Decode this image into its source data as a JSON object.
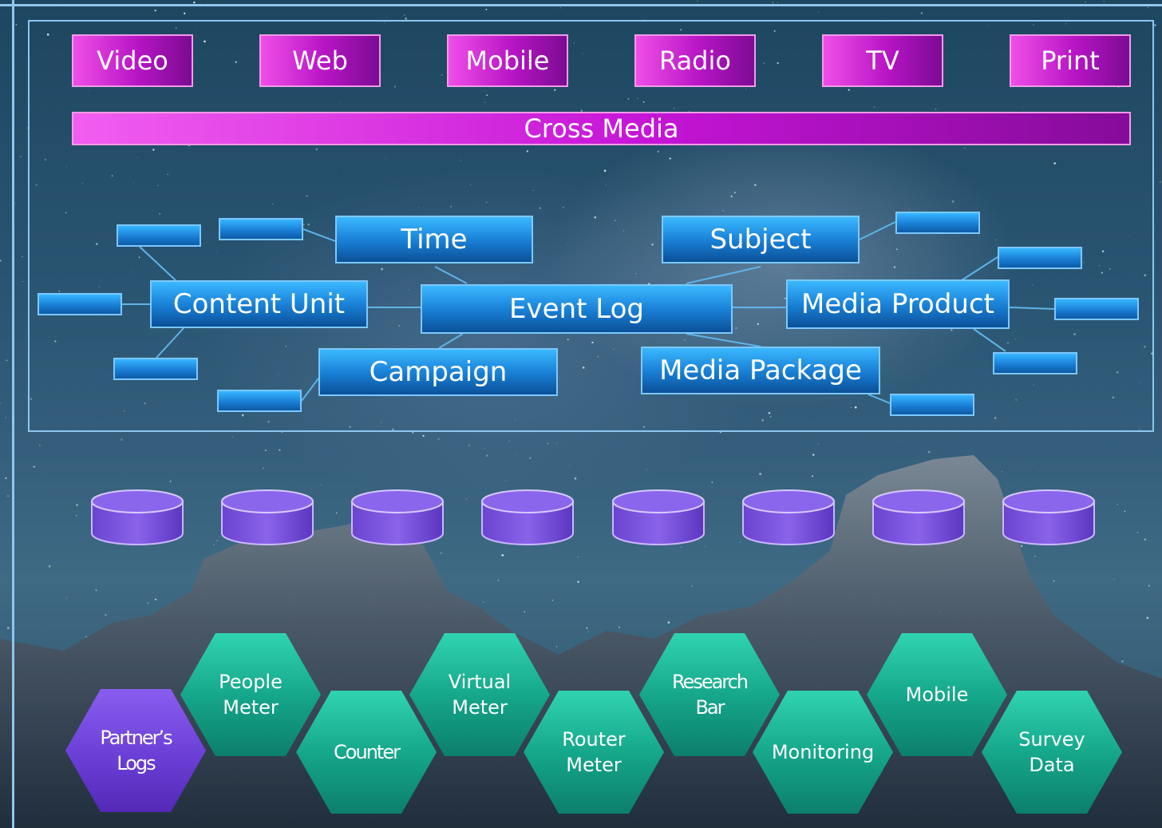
{
  "media_channels": [
    "Video",
    "Web",
    "Mobile",
    "Radio",
    "TV",
    "Print"
  ],
  "cross_media": "Cross Media",
  "entities": {
    "time": "Time",
    "subject": "Subject",
    "content_unit": "Content Unit",
    "event_log": "Event Log",
    "media_product": "Media Product",
    "campaign": "Campaign",
    "media_package": "Media Package"
  },
  "sources": {
    "partners_logs": "Partner’s\nLogs",
    "people_meter": "People\nMeter",
    "counter": "Counter",
    "virtual_meter": "Virtual\nMeter",
    "router_meter": "Router\nMeter",
    "research_bar": "Research\nBar",
    "monitoring": "Monitoring",
    "mobile": "Mobile",
    "survey_data": "Survey\nData"
  },
  "colors": {
    "media": "#c514d6",
    "entity": "#1a82d8",
    "database": "#7a55d8",
    "source_green": "#14a388",
    "source_purple": "#6b3fd6",
    "frame": "#8ec6f0"
  }
}
